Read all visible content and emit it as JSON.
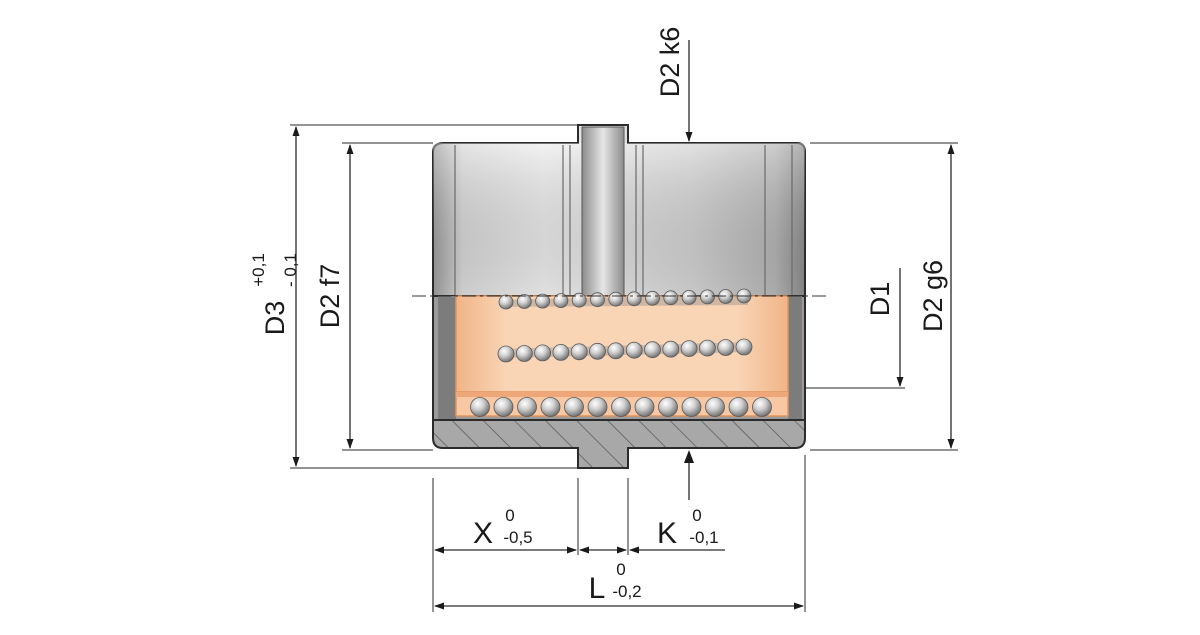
{
  "labels": {
    "d3": "D3",
    "d3_tol_upper": "+0,1",
    "d3_tol_lower": "- 0,1",
    "d2_f7": "D2 f7",
    "d2_k6": "D2 k6",
    "d1": "D1",
    "d2_g6": "D2 g6",
    "x": "X",
    "x_tol_upper": "0",
    "x_tol_lower": "-0,5",
    "k": "K",
    "k_tol_upper": "0",
    "k_tol_lower": "-0,1",
    "l": "L",
    "l_tol_upper": "0",
    "l_tol_lower": "-0,2"
  },
  "colors": {
    "housing_light": "#e4e4e4",
    "housing_dark": "#8e8e8e",
    "cage": "#f6c6a0",
    "cage_edge": "#e0955e",
    "ball": "#c9c9c9",
    "section": "#a9a9a9",
    "outline": "#2b2b2b"
  }
}
